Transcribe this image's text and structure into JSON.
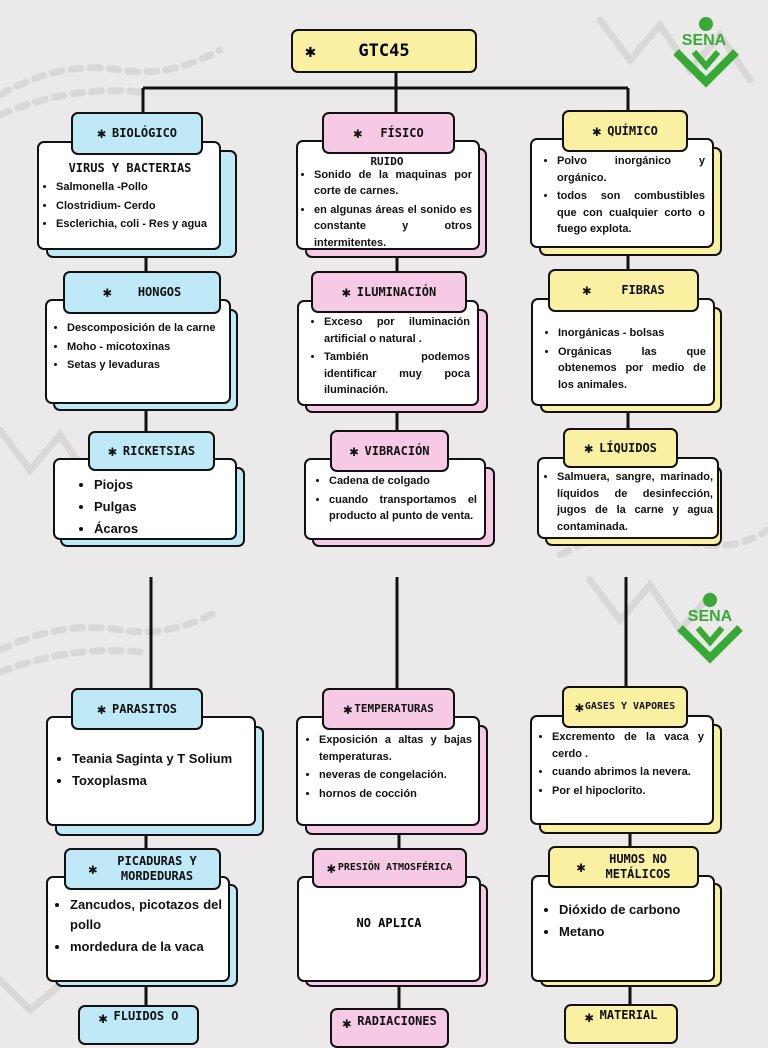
{
  "title": "GTC45",
  "logo_text": "SENA",
  "top": {
    "col1": [
      {
        "label": "BIOLÓGICO",
        "subtitle": "VIRUS Y BACTERIAS",
        "items": [
          "Salmonella -Pollo",
          "Clostridium- Cerdo",
          "Esclerichia, coli - Res y agua"
        ]
      },
      {
        "label": "HONGOS",
        "items": [
          "Descomposición de la carne",
          "Moho - micotoxinas",
          "Setas y levaduras"
        ]
      },
      {
        "label": "RICKETSIAS",
        "items": [
          "Piojos",
          "Pulgas",
          "Ácaros"
        ]
      }
    ],
    "col2": [
      {
        "label": "FÍSICO",
        "subtitle": "RUIDO",
        "items": [
          "Sonido de la maquinas por corte de carnes.",
          "en algunas áreas el sonido es constante y otros intermitentes."
        ]
      },
      {
        "label": "ILUMINACIÓN",
        "items": [
          "Exceso por iluminación artificial o natural .",
          "También podemos identificar muy poca iluminación."
        ]
      },
      {
        "label": "VIBRACIÓN",
        "items": [
          "Cadena de colgado",
          "cuando transportamos el producto al punto de venta."
        ]
      }
    ],
    "col3": [
      {
        "label": "QUÍMICO",
        "items": [
          "Polvo inorgánico y orgánico.",
          "todos son combustibles que con cualquier corto o fuego explota."
        ]
      },
      {
        "label": "FIBRAS",
        "items": [
          "Inorgánicas - bolsas",
          "Orgánicas las que obtenemos por medio de los animales."
        ]
      },
      {
        "label": "LÍQUIDOS",
        "items": [
          "Salmuera, sangre, marinado, líquidos de desinfección, jugos de la carne y agua contaminada."
        ]
      }
    ]
  },
  "bottom": {
    "col1": [
      {
        "label": "PARASITOS",
        "items": [
          "Teania Saginta y T Solium",
          "Toxoplasma"
        ]
      },
      {
        "label_lines": [
          "PICADURAS Y",
          "MORDEDURAS"
        ],
        "items": [
          "Zancudos, picotazos del pollo",
          "mordedura de la vaca"
        ]
      },
      {
        "label_lines": [
          "FLUIDOS O"
        ]
      }
    ],
    "col2": [
      {
        "label": "TEMPERATURAS",
        "items": [
          "Exposición a altas y bajas temperaturas.",
          "neveras de congelación.",
          "hornos de cocción"
        ]
      },
      {
        "label": "PRESIÓN ATMOSFÉRICA",
        "text": "NO APLICA"
      },
      {
        "label": "RADIACIONES"
      }
    ],
    "col3": [
      {
        "label": "GASES Y VAPORES",
        "items": [
          "Excremento de la vaca y cerdo .",
          "cuando abrimos la nevera.",
          "Por el hipoclorito."
        ]
      },
      {
        "label_lines": [
          "HUMOS NO",
          "METÁLICOS"
        ],
        "items": [
          "Dióxido de carbono",
          "Metano"
        ]
      },
      {
        "label_lines": [
          "MATERIAL"
        ]
      }
    ]
  },
  "colors": {
    "blue": "#bfe9f6",
    "pink": "#f6c9e4",
    "yellow": "#f9f0a2",
    "logo": "#39a935",
    "background": "#ebe9ea"
  }
}
